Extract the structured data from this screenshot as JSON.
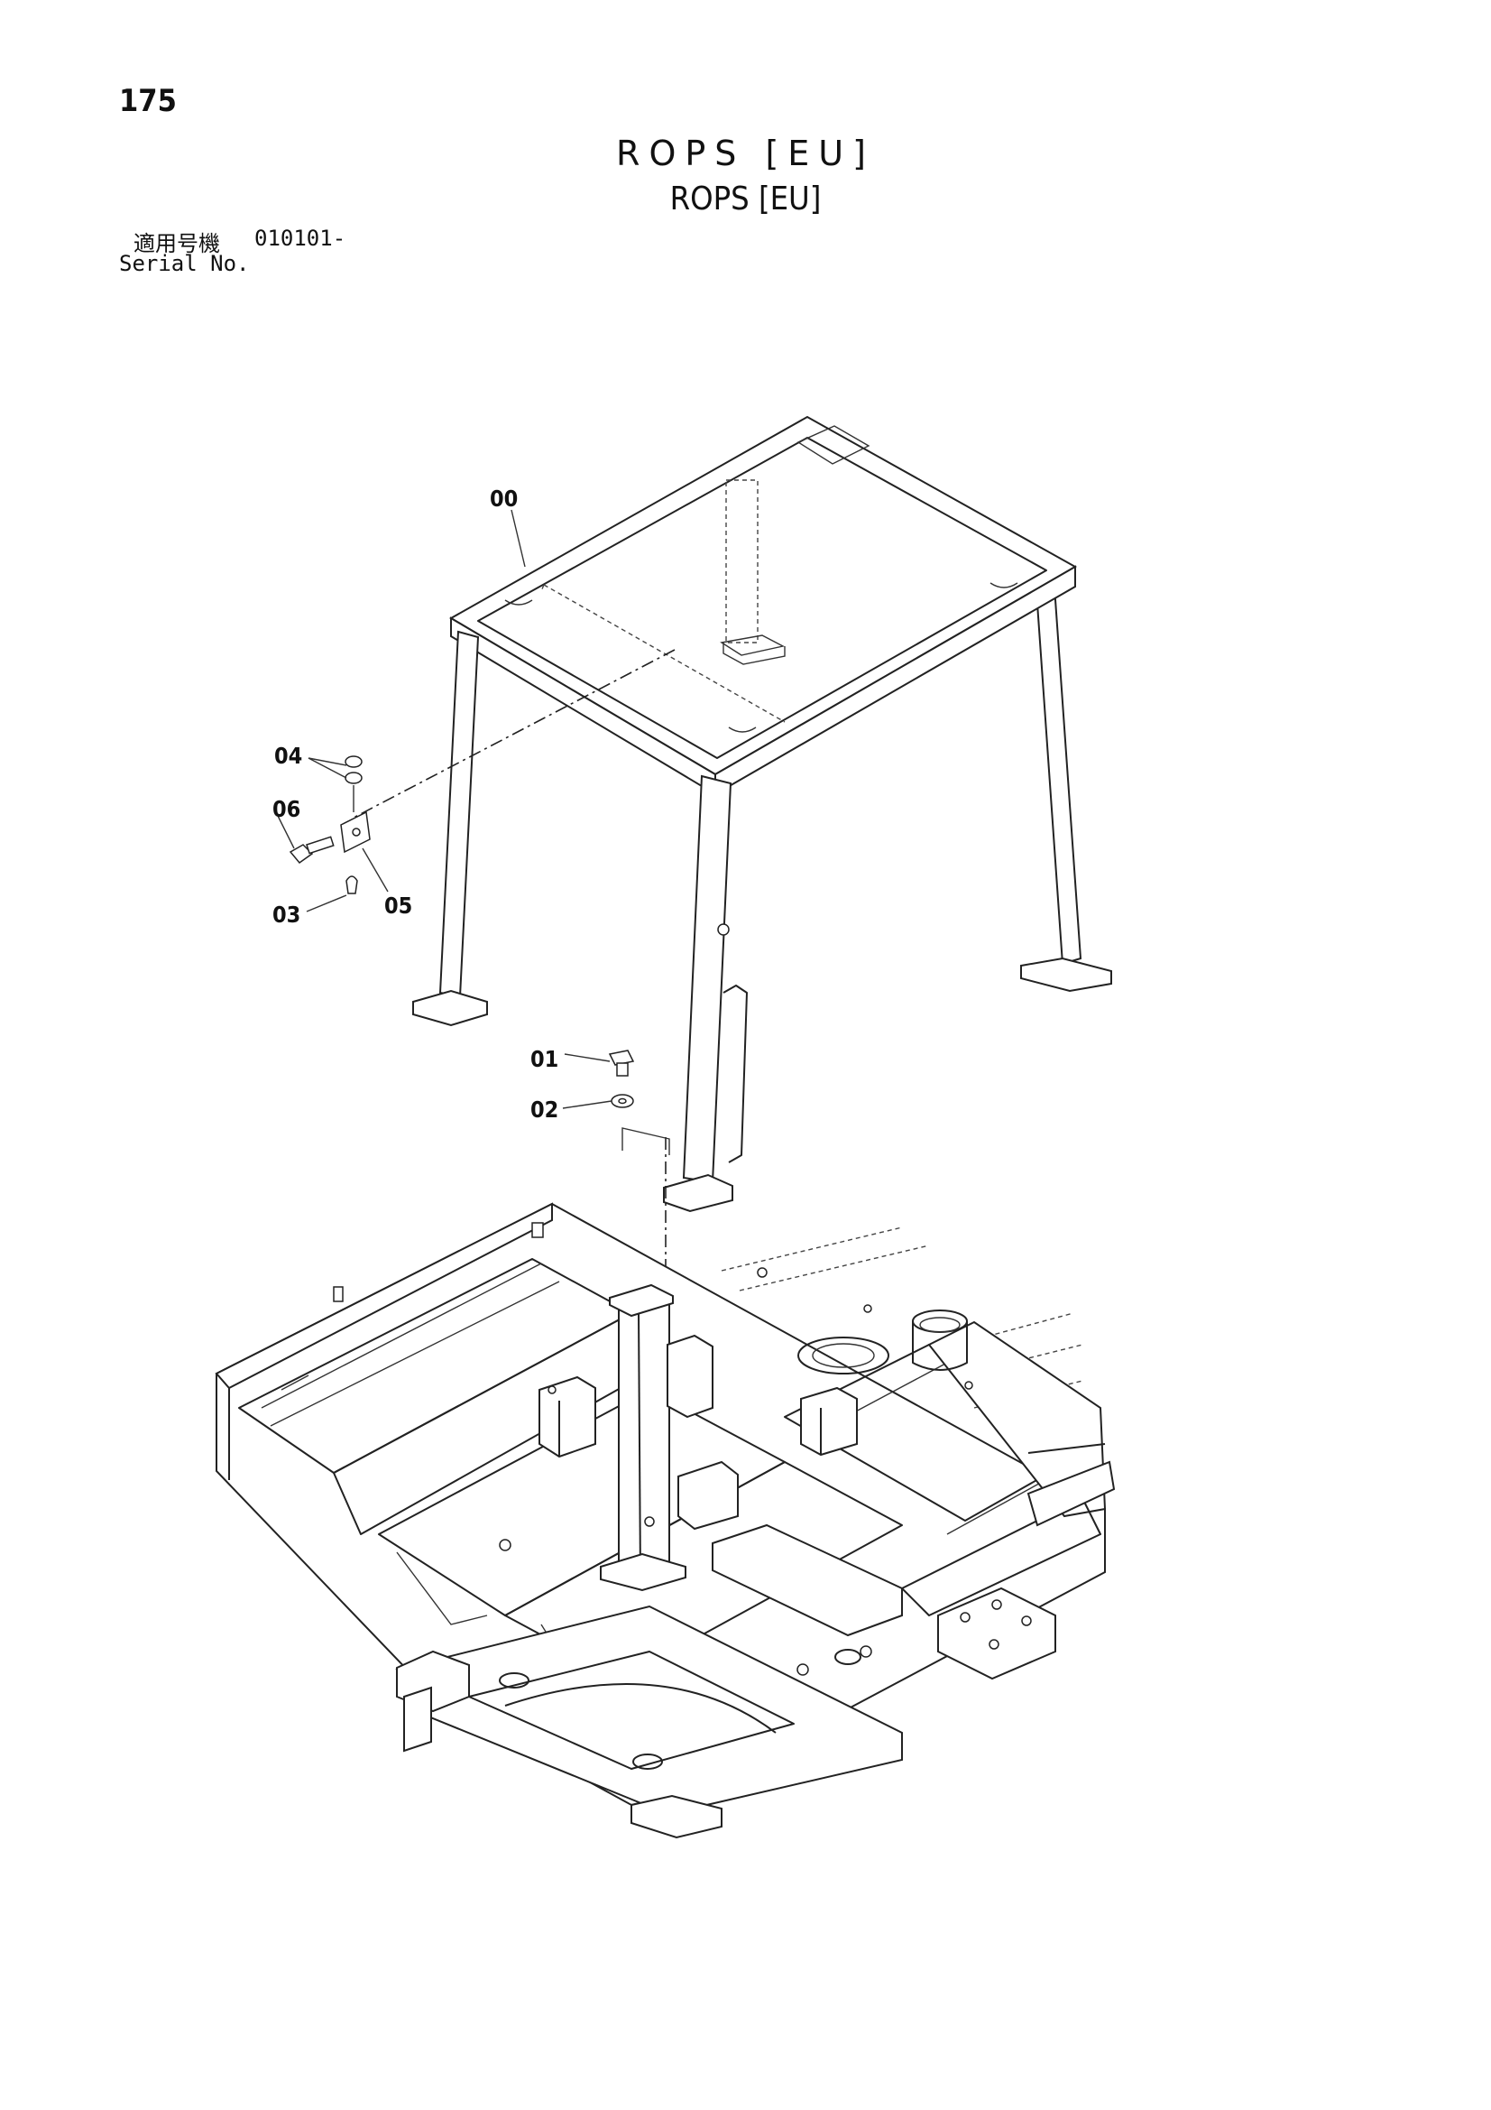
{
  "header": {
    "page_number": "175",
    "title_ja": "ROPS [EU]",
    "title_en": "ROPS [EU]",
    "serial_label_ja": "適用号機",
    "serial_value": "010101-",
    "serial_label_en": "Serial No."
  },
  "callouts": [
    {
      "id": "00",
      "label": "00"
    },
    {
      "id": "01",
      "label": "01"
    },
    {
      "id": "02",
      "label": "02"
    },
    {
      "id": "03",
      "label": "03"
    },
    {
      "id": "04",
      "label": "04"
    },
    {
      "id": "05",
      "label": "05"
    },
    {
      "id": "06",
      "label": "06"
    }
  ]
}
